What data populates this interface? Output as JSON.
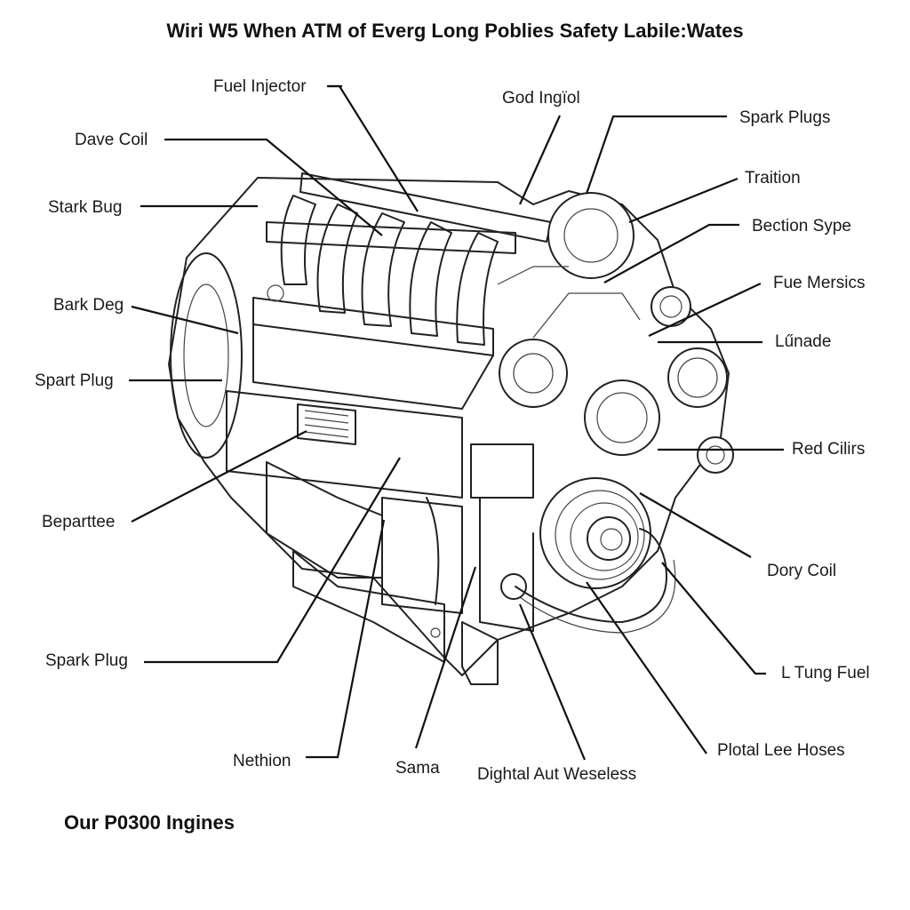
{
  "title": "Wiri W5 When ATM of Everg Long Poblies Safety Labile:Wates",
  "footer": "Our P0300 Ingines",
  "labels": {
    "fuel_injector": "Fuel Injector",
    "god_ingitiol": "God Ingïol",
    "spark_plugs_top": "Spark Plugs",
    "dave_coil": "Dave Coil",
    "traition": "Traition",
    "stark_bug": "Stark Bug",
    "bection_sype": "Bection Sype",
    "fue_mersics": "Fue Mersics",
    "bark_deg": "Bark Deg",
    "lunade": "Lűnade",
    "spart_plug": "Spart Plug",
    "red_cilirs": "Red Cilirs",
    "beparttee": "Beparttee",
    "dory_coil": "Dory Coil",
    "spark_plug_bottom": "Spark Plug",
    "l_tung_fuel": "L Tung Fuel",
    "nethion": "Nethion",
    "sama": "Sama",
    "dightal_aut_weseless": "Dightal Aut Weseless",
    "plotal_lee_hoses": "Plotal Lee Hoses"
  }
}
